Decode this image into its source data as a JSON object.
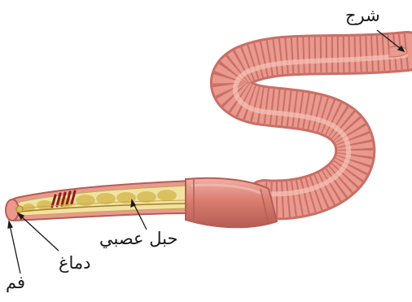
{
  "labels": {
    "anus": "شرج",
    "nerve_cord": "حبل عصبي",
    "brain": "دماغ",
    "mouth": "فم"
  },
  "colors": {
    "body_base": "#e9998e",
    "body_ring": "#c96f66",
    "body_highlight": "#f6c3b8",
    "clitellum": "#d8796c",
    "dissection_fill": "#f1e2a4",
    "ganglia": "#d7bc55",
    "hearts": "#8b1d1f",
    "pointer": "#1a1a1a"
  }
}
